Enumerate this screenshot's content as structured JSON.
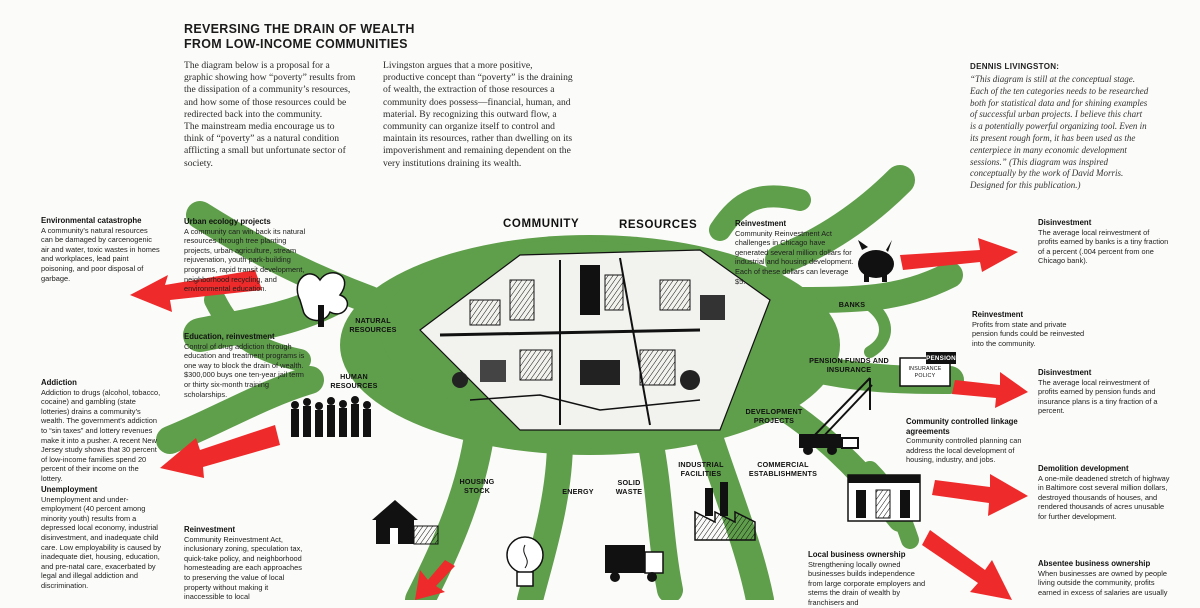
{
  "header": {
    "title_line1": "REVERSING THE DRAIN OF WEALTH",
    "title_line2": "FROM LOW-INCOME COMMUNITIES"
  },
  "intro": {
    "col1_p1": "The diagram below is a proposal for a graphic showing how “poverty” results from the dissipation of a community’s resources, and how some of those resources could be redirected back into the community.",
    "col1_p2": "The mainstream media encourage us to think of “poverty” as a natural condition afflicting a small but unfortunate sector of society.",
    "col2": "Livingston argues that a more positive, productive concept than “poverty” is the draining of wealth, the extraction of those resources a community does possess—financial, human, and material. By recognizing this outward flow, a community can organize itself to control and maintain its resources, rather than dwelling on its impoverishment and remaining dependent on the very institutions draining its wealth."
  },
  "quote": {
    "name": "DENNIS LIVINGSTON:",
    "text": "“This diagram is still at the conceptual stage. Each of the ten categories needs to be researched both for statistical data and for shining examples of successful urban projects. I believe this chart is a potentially powerful organizing tool. Even in its present rough form, it has been used as the centerpiece in many economic development sessions.” (This diagram was inspired conceptually by the work of David Morris. Designed for this publication.)"
  },
  "center": {
    "left_label": "COMMUNITY",
    "right_label": "RESOURCES"
  },
  "hubs": {
    "natural_resources": "NATURAL RESOURCES",
    "human_resources": "HUMAN RESOURCES",
    "housing_stock": "HOUSING STOCK",
    "energy": "ENERGY",
    "solid_waste": "SOLID WASTE",
    "industrial_facilities": "INDUSTRIAL FACILITIES",
    "commercial_establishments": "COMMERCIAL ESTABLISHMENTS",
    "development_projects": "DEVELOPMENT PROJECTS",
    "pension_funds": "PENSION FUNDS AND INSURANCE",
    "banks": "BANKS",
    "pension_sign": "PENSION",
    "policy_sign": "INSURANCE POLICY"
  },
  "notes": {
    "env": {
      "title": "Environmental catastrophe",
      "body": "A community’s natural resources can be damaged by carcenogenic air and water, toxic wastes in homes and workplaces, lead paint poisoning, and poor disposal of garbage."
    },
    "urban": {
      "title": "Urban ecology projects",
      "body": "A community can win back its natural resources through tree planting projects, urban agriculture, stream rejuvenation, youth park-building programs, rapid transit development, neighborhood recycling, and environmental education."
    },
    "education": {
      "title": "Education, reinvestment",
      "body": "Control of drug addiction through education and treatment programs is one way to block the drain of wealth. $300,000 buys one ten-year jail term or thirty six-month training scholarships."
    },
    "addiction": {
      "title": "Addiction",
      "body": "Addiction to drugs (alcohol, tobacco, cocaine) and gambling (state lotteries) drains a community’s wealth. The government’s addiction to “sin taxes” and lottery revenues make it into a pusher. A recent New Jersey study shows that 30 percent of low-income families spend 20 percent of their income on the lottery."
    },
    "unemployment": {
      "title": "Unemployment",
      "body": "Unemployment and under-employment (40 percent among minority youth) results from a depressed local economy, industrial disinvestment, and inadequate child care. Low employability is caused by inadequate diet, housing, education, and pre-natal care, exacerbated by legal and illegal addiction and discrimination."
    },
    "reinvest_left": {
      "title": "Reinvestment",
      "body": "Community Reinvestment Act, inclusionary zoning, speculation tax, quick-take policy, and neighborhood homesteading are each approaches to preserving the value of local property without making it inaccessible to local"
    },
    "reinvest_top": {
      "title": "Reinvestment",
      "body": "Community Reinvestment Act challenges in Chicago have generated several million dollars for industrial and housing development. Each of these dollars can leverage $5."
    },
    "disinvest1": {
      "title": "Disinvestment",
      "body": "The average local reinvestment of profits earned by banks is a tiny fraction of a percent (.004 percent from one Chicago bank)."
    },
    "reinvest_right": {
      "title": "Reinvestment",
      "body": "Profits from state and private pension funds could be reinvested into the community."
    },
    "disinvest2": {
      "title": "Disinvestment",
      "body": "The average local reinvestment of profits earned by pension funds and insurance plans is a tiny fraction of a percent."
    },
    "linkage": {
      "title": "Community controlled linkage agreements",
      "body": "Community controlled planning can address the local development of housing, industry, and jobs."
    },
    "demolition": {
      "title": "Demolition development",
      "body": "A one-mile deadened stretch of highway in Baltimore cost several million dollars, destroyed thousands of houses, and rendered thousands of acres unusable for further development."
    },
    "local_biz": {
      "title": "Local business ownership",
      "body": "Strengthening locally owned businesses builds independence from large corporate employers and stems the drain of wealth by franchisers and"
    },
    "absentee": {
      "title": "Absentee business ownership",
      "body": "When businesses are owned by people living outside the community, profits earned in excess of salaries are usually"
    }
  },
  "colors": {
    "green": "#5f9e4b",
    "red": "#ee2a2a",
    "ink": "#111111",
    "paper": "#fbfbf9"
  }
}
